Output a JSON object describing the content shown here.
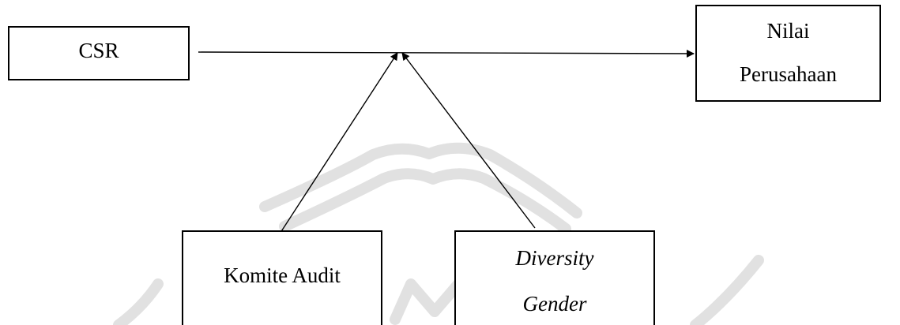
{
  "diagram": {
    "nodes": {
      "csr": {
        "label": "CSR"
      },
      "nilai": {
        "lines": [
          "Nilai",
          "Perusahaan"
        ]
      },
      "komite": {
        "label": "Komite Audit"
      },
      "diversity": {
        "lines": [
          "Diversity",
          "Gender"
        ],
        "italic": true
      }
    },
    "edges": [
      {
        "from": "csr",
        "to": "nilai",
        "type": "arrow"
      },
      {
        "from": "komite",
        "to": "csr-nilai-link",
        "type": "arrow"
      },
      {
        "from": "diversity",
        "to": "csr-nilai-link",
        "type": "arrow"
      }
    ]
  },
  "colors": {
    "line": "#000000",
    "watermark": "#c9c9c9",
    "background": "#ffffff"
  }
}
